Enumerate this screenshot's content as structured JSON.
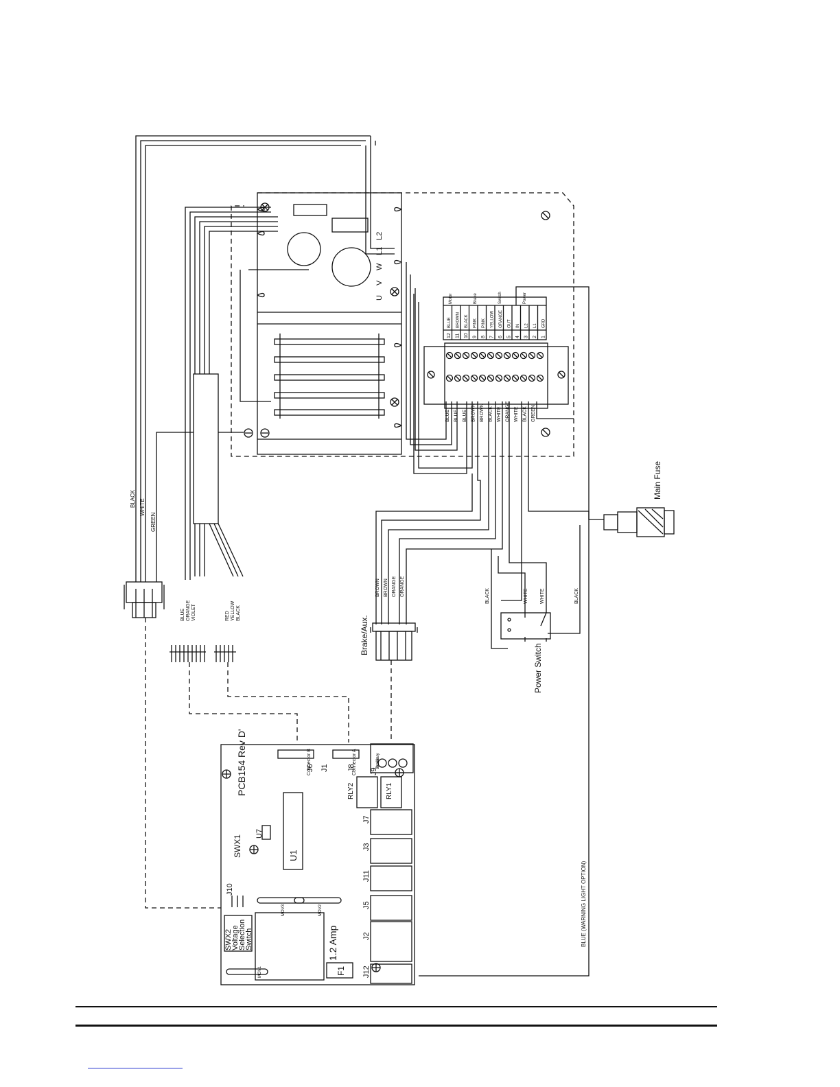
{
  "diagram": {
    "fuse_label": "Main Fuse",
    "power_switch_label": "Power Switch",
    "brake_aux_label": "Brake/Aux.",
    "harness_labels": {
      "black": "BLACK",
      "white": "WHITE",
      "green": "GREEN"
    },
    "motor_terminals": [
      "U",
      "V",
      "W",
      "L1",
      "L2"
    ],
    "terminal_wire_colors": [
      "BLUE",
      "BLUE",
      "BLUE",
      "BROWN",
      "BROWN",
      "BLACK",
      "WHITE",
      "ORANGE",
      "WHITE",
      "BLACK",
      "GREEN"
    ],
    "terminal_table": {
      "numbers": [
        "12",
        "11",
        "10",
        "9",
        "8",
        "7",
        "6",
        "5",
        "4",
        "3",
        "2",
        "1"
      ],
      "colors": [
        "BLUE",
        "BROWN",
        "BLACK",
        "PINK",
        "PINK",
        "YELLOW",
        "ORANGE",
        "OUT",
        "IN",
        "L2",
        "L1",
        "GRD"
      ],
      "groups": [
        "Motor",
        "Brake",
        "Switch",
        "Power"
      ]
    },
    "brake_wires": [
      "BROWN",
      "BROWN",
      "ORANGE",
      "ORANGE"
    ],
    "switch_wires": [
      "BLACK",
      "WHITE",
      "WHITE",
      "BLACK"
    ],
    "left_wires_1": [
      "BLUE",
      "ORANGE",
      "VIOLET"
    ],
    "left_wires_2": [
      "RED",
      "YELLOW",
      "BLACK"
    ],
    "warning_label": "BLUE (WARNING LIGHT OPTION)",
    "pcb": {
      "title": "PCB154 Rev D'",
      "swx1": "SWX1",
      "u7": "U7",
      "u1": "U1",
      "voltage_switch": [
        "SWX2",
        "Voltage",
        "Selection",
        "Switch"
      ],
      "fuse_rating": "1.2 Amp",
      "fuse_id": "F1",
      "connectors": [
        "J6",
        "J1",
        "J8",
        "J9",
        "J7",
        "J3",
        "J11",
        "J5",
        "J2",
        "J12",
        "J10"
      ],
      "relays": [
        "RLY2",
        "RLY1"
      ],
      "movs": [
        "MOV1",
        "MOV2",
        "MOV3"
      ],
      "conn_b": "Connector B",
      "conn_a": "Connector A",
      "brake_aux": [
        "Brake",
        "Auxiliary"
      ]
    }
  }
}
